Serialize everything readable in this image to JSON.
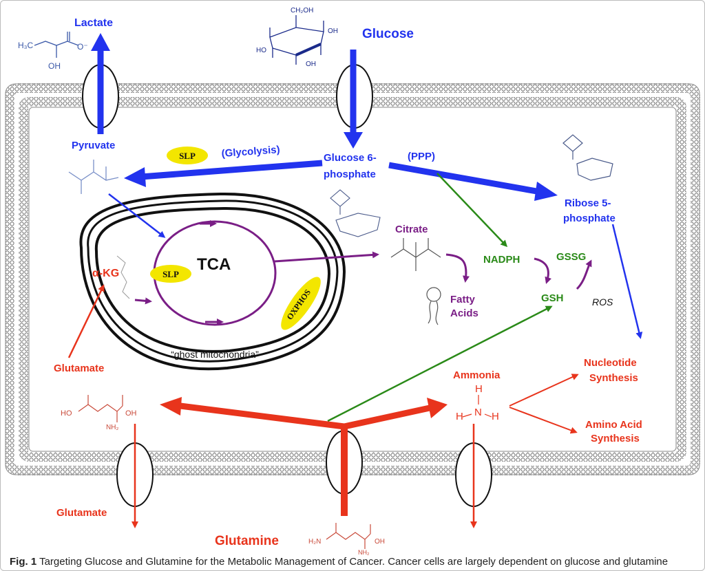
{
  "diagram": {
    "labels": {
      "lactate": "Lactate",
      "glucose": "Glucose",
      "pyruvate": "Pyruvate",
      "glycolysis": "(Glycolysis)",
      "glucose6p_1": "Glucose 6-",
      "glucose6p_2": "phosphate",
      "ppp": "(PPP)",
      "ribose5p_1": "Ribose 5-",
      "ribose5p_2": "phosphate",
      "citrate": "Citrate",
      "nadph": "NADPH",
      "gssg": "GSSG",
      "gsh": "GSH",
      "ros": "ROS",
      "fatty_1": "Fatty",
      "fatty_2": "Acids",
      "tca": "TCA",
      "slp": "SLP",
      "oxphos": "OXPHOS",
      "akg": "α-KG",
      "ghost": "“ghost mitochondria”",
      "glutamate_in": "Glutamate",
      "glutamate_out": "Glutamate",
      "ammonia": "Ammonia",
      "nucleotide_1": "Nucleotide",
      "nucleotide_2": "Synthesis",
      "aminoacid_1": "Amino Acid",
      "aminoacid_2": "Synthesis",
      "glutamine": "Glutamine"
    },
    "colors": {
      "blue": "#2233ee",
      "red": "#e8341c",
      "green": "#2a8a18",
      "purple": "#7a1e86",
      "yellow": "#f3e600",
      "black": "#111111"
    }
  },
  "caption": {
    "label": "Fig. 1",
    "text": "Targeting Glucose and Glutamine for the Metabolic Management of Cancer. Cancer cells are largely dependent on glucose and glutamine"
  }
}
